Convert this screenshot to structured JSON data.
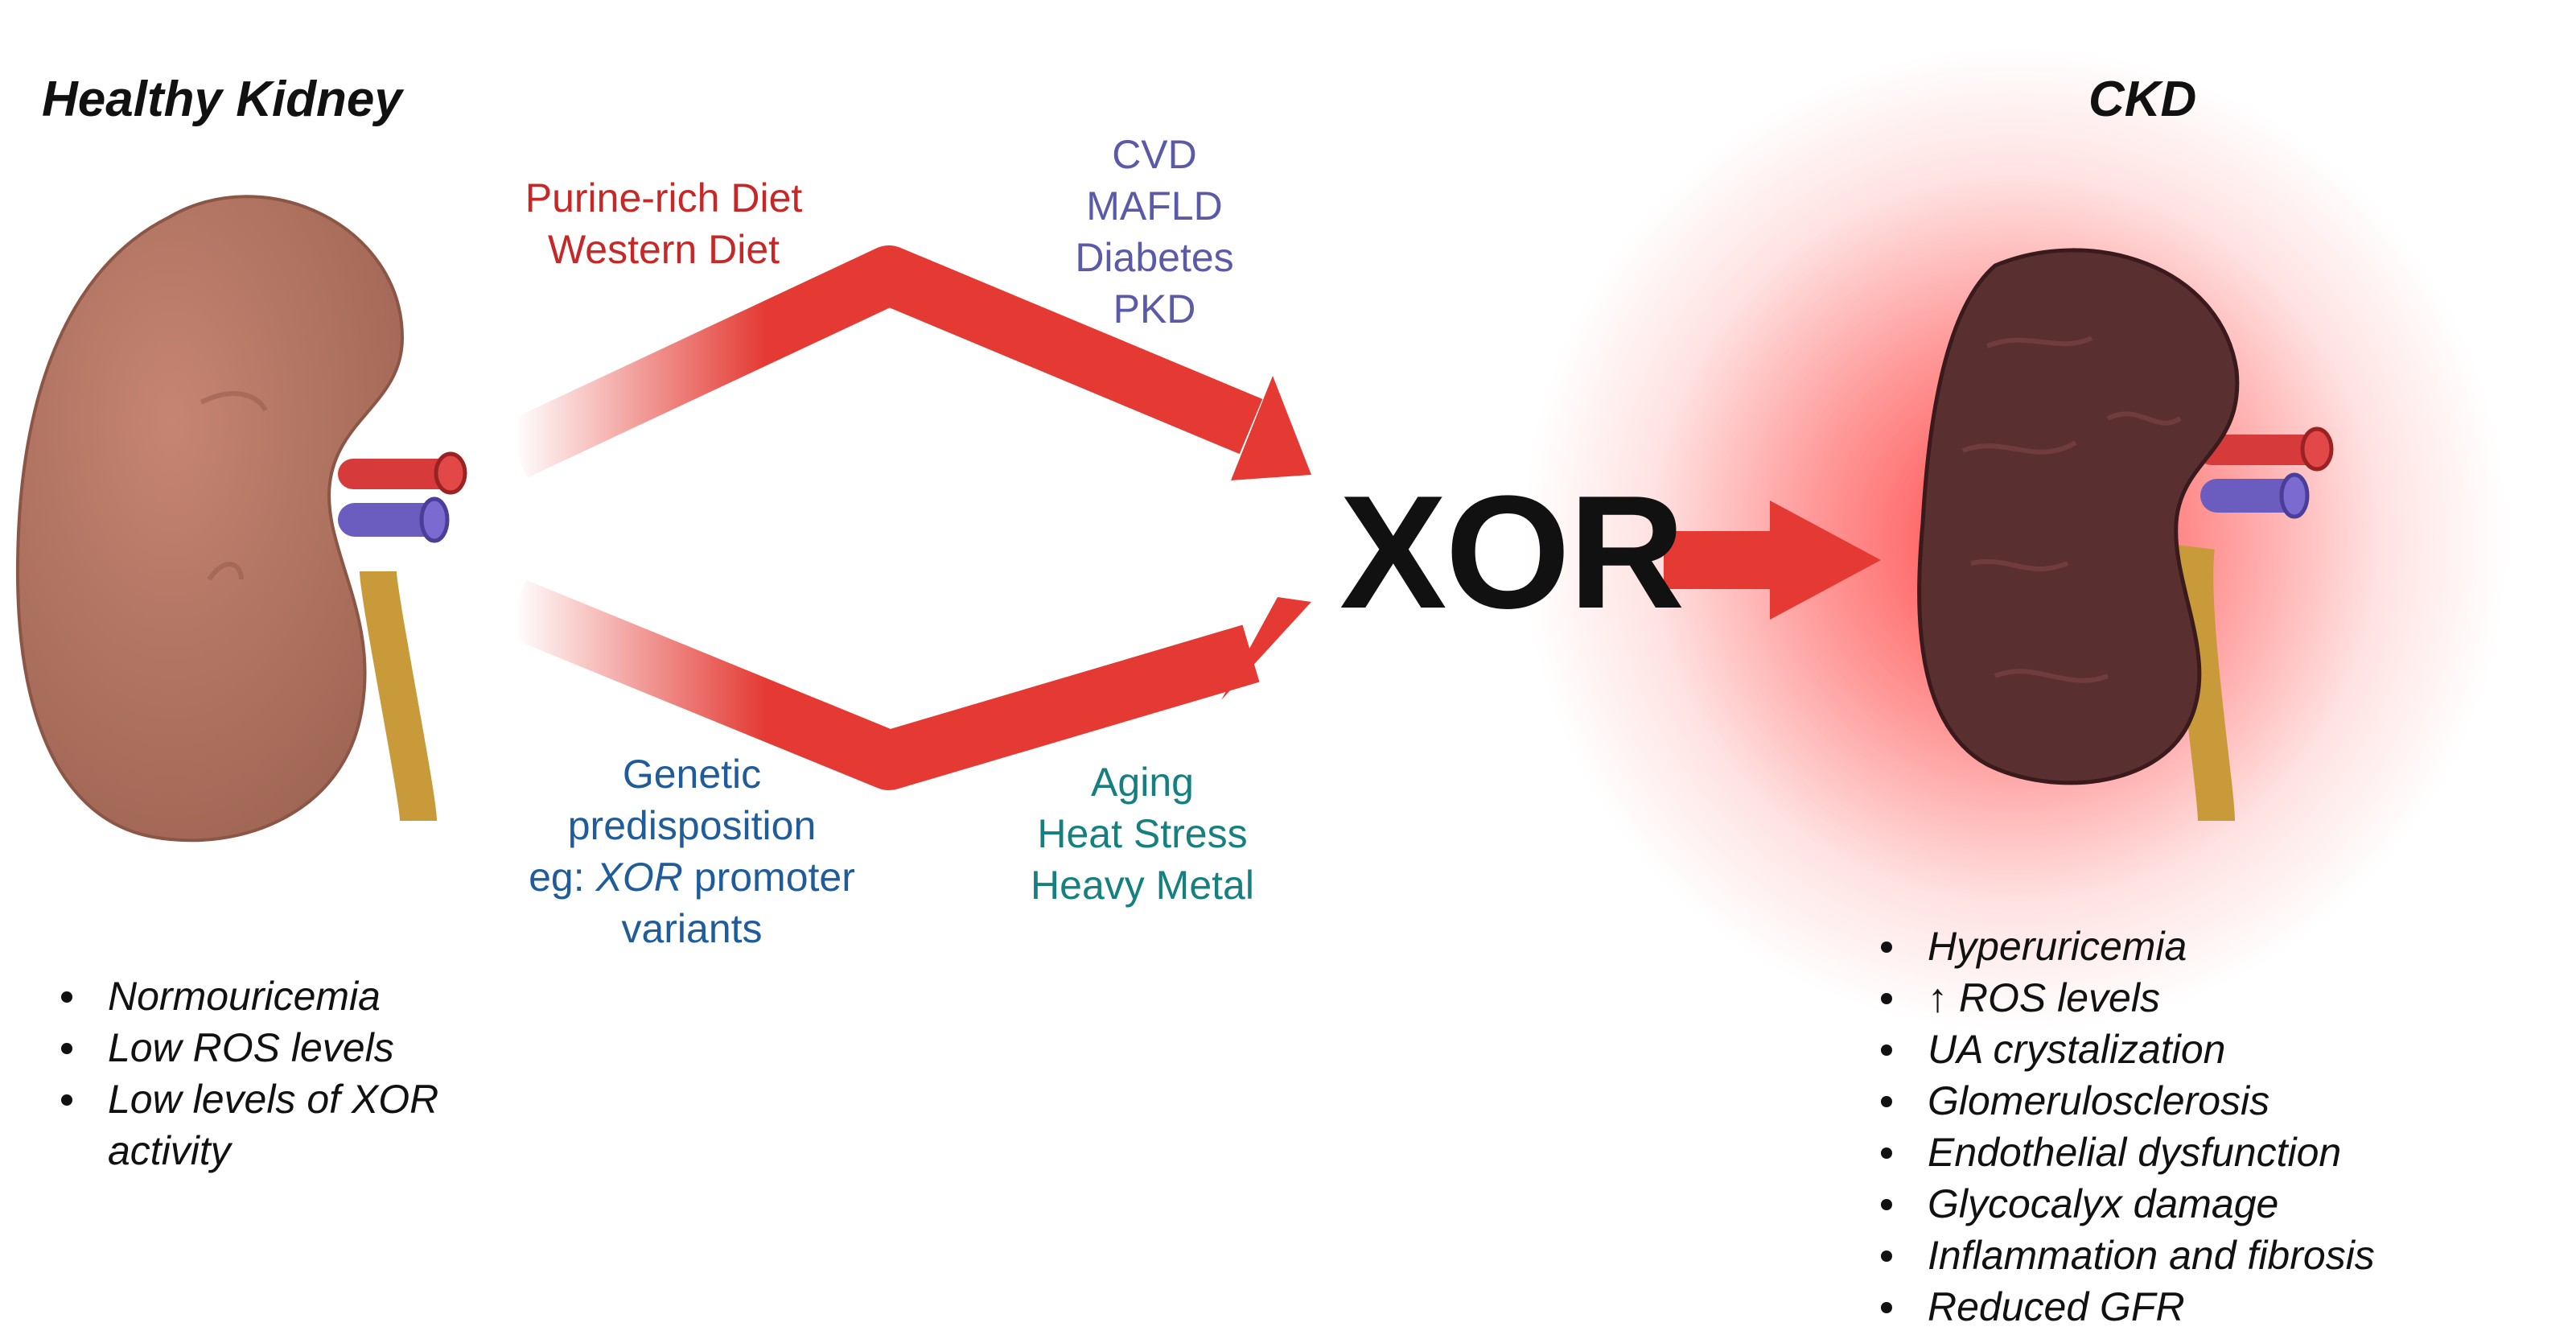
{
  "headings": {
    "left": "Healthy Kidney",
    "right": "CKD"
  },
  "factors": {
    "diet": [
      "Purine-rich Diet",
      "Western Diet"
    ],
    "disease": [
      "CVD",
      "MAFLD",
      "Diabetes",
      "PKD"
    ],
    "genetic": {
      "line1": "Genetic",
      "line2": "predisposition",
      "line3_prefix": "eg: ",
      "line3_italic": "XOR",
      "line3_suffix": " promoter",
      "line4": "variants"
    },
    "environment": [
      "Aging",
      "Heat Stress",
      "Heavy Metal"
    ]
  },
  "center_label": "XOR",
  "healthy_list": [
    "Normouricemia",
    "Low ROS levels",
    "Low levels of XOR",
    "activity"
  ],
  "ckd_list": [
    "Hyperuricemia",
    "↑ ROS levels",
    "UA crystalization",
    "Glomerulosclerosis",
    "Endothelial dysfunction",
    "Glycocalyx damage",
    "Inflammation and fibrosis",
    "Reduced GFR"
  ],
  "colors": {
    "arrow": "#e43a33",
    "diet_text": "#c62828",
    "disease_text": "#5a5aa8",
    "genetic_text": "#1f5c99",
    "environment_text": "#168080",
    "healthy_kidney": "#b27464",
    "ckd_kidney": "#5a2f30",
    "artery": "#d63a3a",
    "vein": "#6b5cc0",
    "ureter": "#c99a3a"
  },
  "icons": [
    "healthy-kidney-illustration",
    "diseased-kidney-illustration",
    "arrow-icon"
  ]
}
